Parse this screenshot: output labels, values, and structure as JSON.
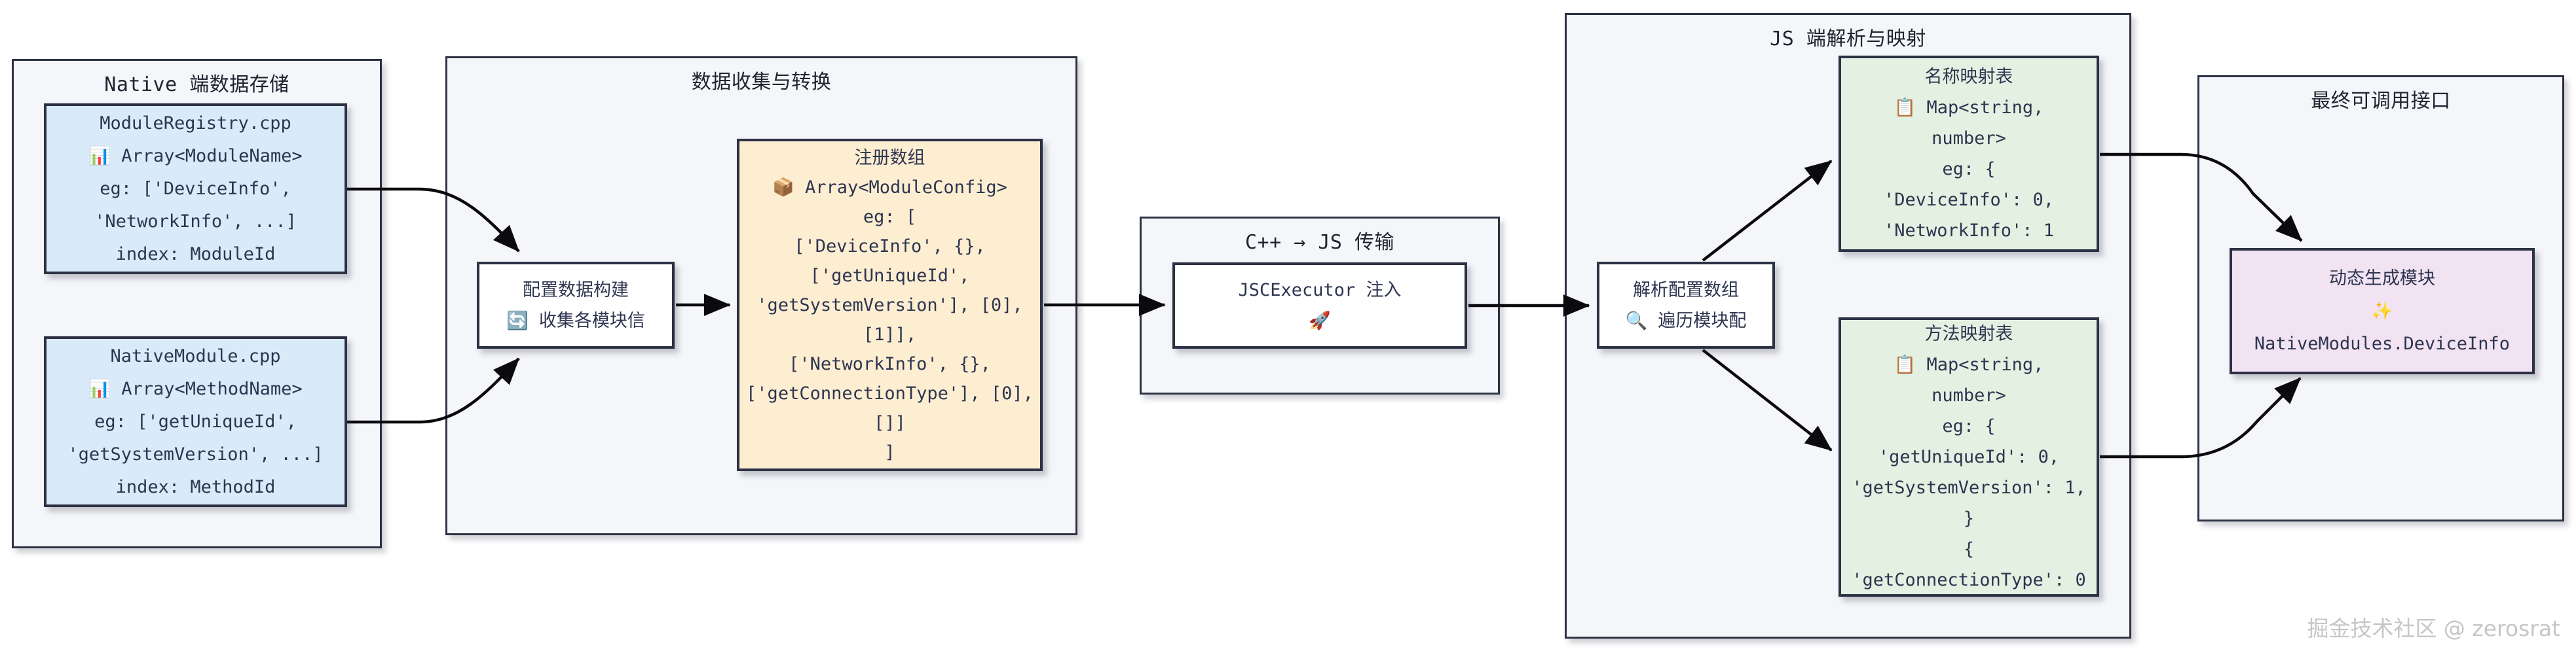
{
  "watermark": "掘金技术社区 @ zerosrat",
  "colors": {
    "page_bg": "#ffffff",
    "container_fill": "#f5f6f9",
    "border": "#2c3144",
    "blue_node": "#d9eaf9",
    "orange_node": "#fdeed2",
    "green_node": "#e4f1e2",
    "purple_node": "#f2e3f2",
    "white_node": "#ffffff",
    "arrow": "#0b0b0f",
    "text": "#2d3550"
  },
  "icons": {
    "bar-chart-icon": "📊",
    "refresh-icon": "🔄",
    "package-icon": "📦",
    "rocket-icon": "🚀",
    "magnifier-icon": "🔍",
    "clipboard-icon": "📋",
    "sparkles-icon": "✨"
  },
  "containers": {
    "native_storage": {
      "title": "Native 端数据存储"
    },
    "collect_transform": {
      "title": "数据收集与转换"
    },
    "cpp_to_js": {
      "title": "C++ → JS 传输"
    },
    "js_parse_map": {
      "title": "JS 端解析与映射"
    },
    "final_interface": {
      "title": "最终可调用接口"
    }
  },
  "nodes": {
    "module_registry": {
      "lines": [
        "ModuleRegistry.cpp",
        "📊 Array<ModuleName>",
        "eg: ['DeviceInfo',",
        "'NetworkInfo', ...]",
        "index: ModuleId"
      ]
    },
    "native_module": {
      "lines": [
        "NativeModule.cpp",
        "📊 Array<MethodName>",
        "eg: ['getUniqueId',",
        "'getSystemVersion', ...]",
        "index: MethodId"
      ]
    },
    "config_builder": {
      "lines": [
        "配置数据构建",
        "🔄 收集各模块信"
      ]
    },
    "registry_array": {
      "lines": [
        "注册数组",
        "📦 Array<ModuleConfig>",
        "eg: [",
        "['DeviceInfo', {},",
        "['getUniqueId',",
        "'getSystemVersion'], [0],",
        "[1]],",
        "['NetworkInfo', {},",
        "['getConnectionType'], [0],",
        "[]]",
        "]"
      ]
    },
    "jsc_executor": {
      "lines": [
        "JSCExecutor 注入",
        "🚀"
      ]
    },
    "parse_config": {
      "lines": [
        "解析配置数组",
        "🔍 遍历模块配"
      ]
    },
    "name_map": {
      "lines": [
        "名称映射表",
        "📋 Map<string,",
        "number>",
        "eg: {",
        "'DeviceInfo': 0,",
        "'NetworkInfo': 1"
      ]
    },
    "method_map": {
      "lines": [
        "方法映射表",
        "📋 Map<string,",
        "number>",
        "eg: {",
        "'getUniqueId': 0,",
        "'getSystemVersion': 1,",
        "}",
        "{",
        "'getConnectionType': 0"
      ]
    },
    "dynamic_module": {
      "lines": [
        "动态生成模块",
        "✨",
        "NativeModules.DeviceInfo"
      ]
    }
  }
}
